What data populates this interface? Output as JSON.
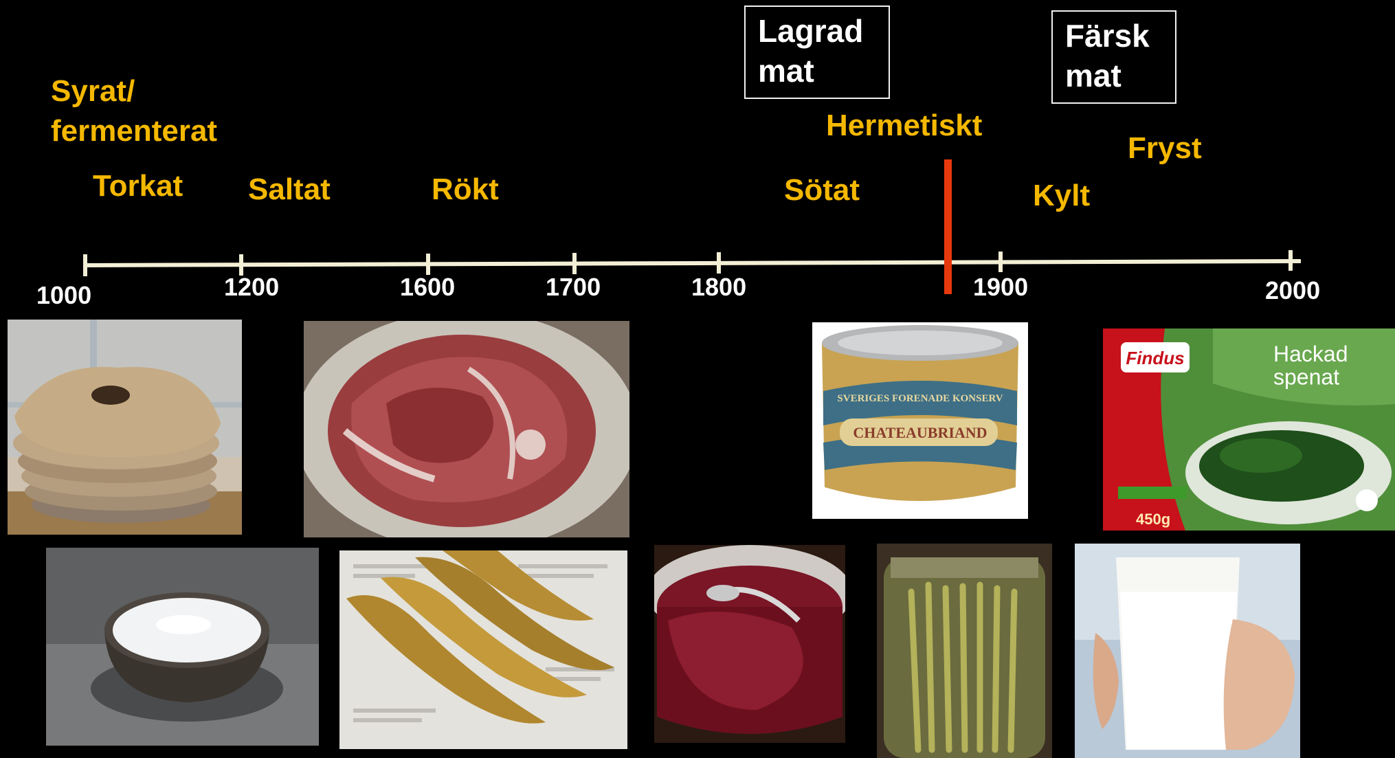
{
  "boxes": {
    "stored": "Lagrad\nmat",
    "fresh": "Färsk\nmat"
  },
  "methods": {
    "fermented": "Syrat/\nfermenterat",
    "dried": "Torkat",
    "salted": "Saltat",
    "smoked": "Rökt",
    "sweetened": "Sötat",
    "hermetic": "Hermetiskt",
    "chilled": "Kylt",
    "frozen": "Fryst"
  },
  "timeline": {
    "years": [
      "1000",
      "1200",
      "1600",
      "1700",
      "1800",
      "1900",
      "2000"
    ]
  },
  "photos": {
    "can_label_top": "SVERIGES FORENADE KONSERV",
    "can_label_main": "CHATEAUBRIAND",
    "package_brand": "Findus",
    "package_title": "Hackad\nspenat",
    "package_weight": "450g"
  },
  "colors": {
    "method_text": "#f5b800",
    "marker": "#e8380d",
    "timeline": "#f3efd6",
    "background": "#000000"
  }
}
